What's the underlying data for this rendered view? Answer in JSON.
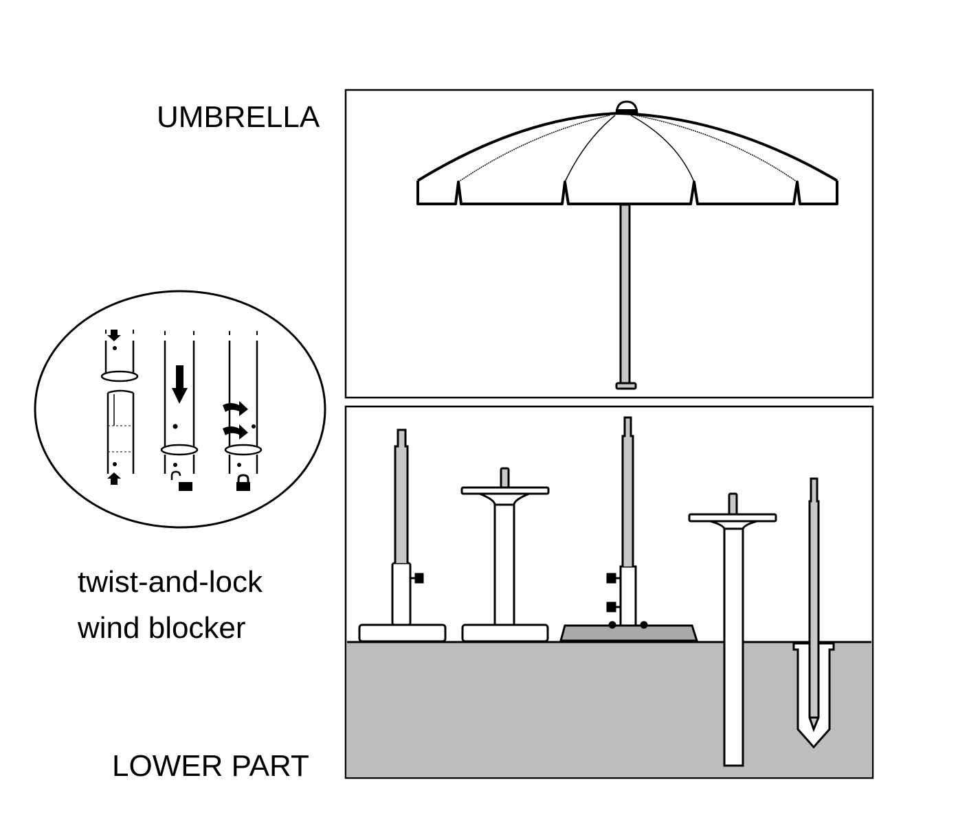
{
  "labels": {
    "umbrella": "UMBRELLA",
    "detail_line1": "twist-and-lock",
    "detail_line2": "wind blocker",
    "lower_part": "LOWER PART"
  },
  "panels": [
    {
      "id": "umbrella-panel",
      "content": "open beach umbrella with pole"
    },
    {
      "id": "lower-part-panel",
      "content": "five base / anchor options above and in ground"
    }
  ],
  "detail_circle": {
    "steps": [
      "insert upper pole into lower pole",
      "push down (unlocked)",
      "twist to lock (locked)"
    ],
    "icons": [
      "arrow-down-icon",
      "arrow-up-icon",
      "arrow-down-icon",
      "unlock-icon",
      "twist-arrow-icon",
      "twist-arrow-icon",
      "lock-icon"
    ]
  },
  "lower_part_items": [
    "weighted base with screw clamp",
    "table-top stand on base",
    "tapered weight base with two screw clamps",
    "ground spike with table top",
    "sand anchor with pole"
  ],
  "colors": {
    "line": "#000000",
    "ground": "#bdbdbd",
    "pole_fill": "#c8c8c8",
    "base_dark": "#a9a9a9",
    "background": "#ffffff"
  }
}
